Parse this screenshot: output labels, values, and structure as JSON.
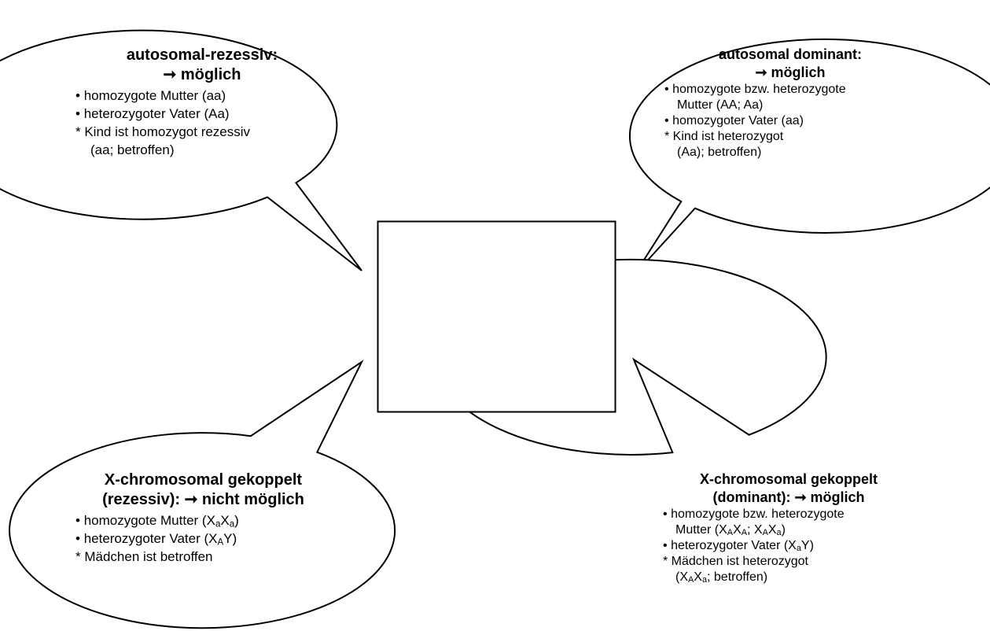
{
  "top_left": {
    "title": "autosomal-rezessiv:",
    "verdict": "➞ möglich",
    "bullets": [
      "homozygote Mutter (aa)",
      "heterozygoter Vater (Aa)"
    ],
    "note": "* Kind ist homozygot rezessiv",
    "note_cont": "(aa; betroffen)"
  },
  "top_right": {
    "title": "autosomal dominant:",
    "verdict": "➞ möglich",
    "bullet1": "homozygote bzw. heterozygote",
    "bullet1_cont": "Mutter (AA; Aa)",
    "bullet2": "homozygoter Vater (aa)",
    "note": "* Kind ist heterozygot",
    "note_cont": "(Aa); betroffen)"
  },
  "bottom_left": {
    "title": "X-chromosomal gekoppelt",
    "verdict": "(rezessiv): ➞ nicht möglich",
    "bullet1_prefix": "homozygote Mutter (",
    "bullet2_prefix": "heterozygoter Vater (",
    "note": "* Mädchen ist betroffen"
  },
  "bottom_right": {
    "title": "X-chromosomal gekoppelt",
    "verdict": "(dominant): ➞ möglich",
    "bullet1": "homozygote bzw. heterozygote",
    "bullet1_prefix": "Mutter (",
    "bullet2_prefix": "heterozygoter Vater (",
    "note": "* Mädchen ist heterozygot",
    "note_cont_prefix": "("
  },
  "symbols": {
    "bullet": "•",
    "x": "X",
    "y": "Y",
    "sub_a": "a",
    "sub_A": "A",
    "close": ")",
    "sep": "; ",
    "close_betroffen": "; betroffen)"
  }
}
